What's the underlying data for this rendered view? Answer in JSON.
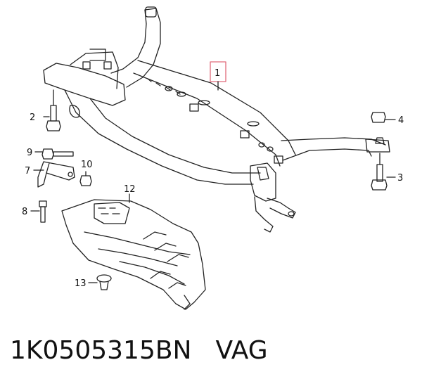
{
  "part_labels": {
    "p1": "1",
    "p2": "2",
    "p3": "3",
    "p4": "4",
    "p7": "7",
    "p8": "8",
    "p9": "9",
    "p10": "10",
    "p12": "12",
    "p13": "13"
  },
  "caption": {
    "part_number": "1K0505315BN",
    "brand": "VAG"
  },
  "colors": {
    "line": "#222222",
    "highlight": "#e06a7a",
    "background": "#ffffff"
  }
}
